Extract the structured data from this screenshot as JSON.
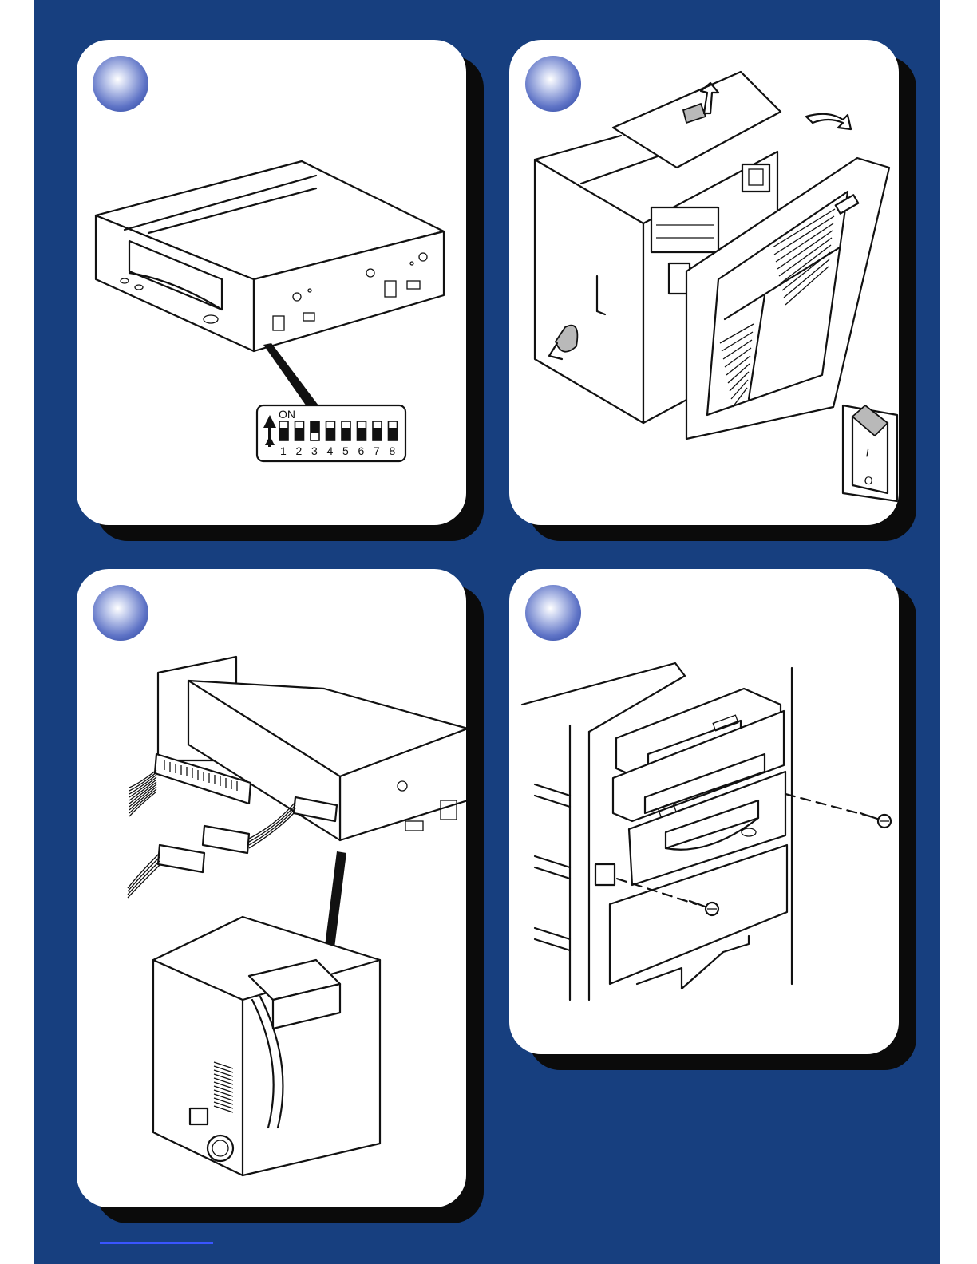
{
  "panels": [
    {
      "id": "panel-1"
    },
    {
      "id": "panel-2"
    },
    {
      "id": "panel-3"
    },
    {
      "id": "panel-4"
    }
  ],
  "dip_switch": {
    "on_label": "ON",
    "switch_numbers": [
      "1",
      "2",
      "3",
      "4",
      "5",
      "6",
      "7",
      "8"
    ],
    "on_positions": [
      3
    ]
  },
  "power_switch": {
    "on_symbol": "I",
    "off_symbol": "O"
  },
  "colors": {
    "page_background": "#173f7f",
    "card_background": "#ffffff",
    "card_shadow": "#0b0b0b",
    "badge": "#3f58b8"
  }
}
